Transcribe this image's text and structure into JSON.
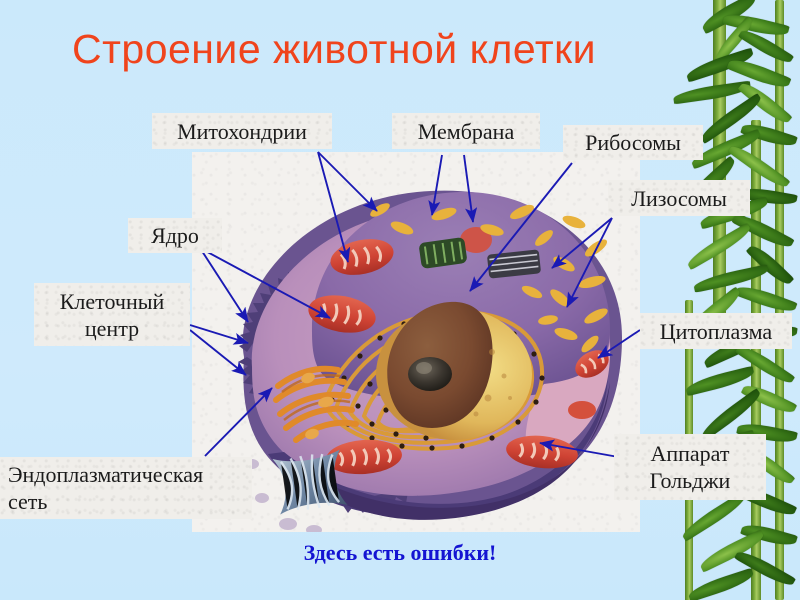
{
  "slide": {
    "title": "Строение животной клетки",
    "caption": "Здесь есть ошибки!",
    "background_color": "#cbeafc",
    "title_color": "#f0441c",
    "caption_color": "#1414d2",
    "arrow_color": "#1a1ab4",
    "label_bg_color": "#f0eeea"
  },
  "labels": {
    "mitochondria": "Митохондрии",
    "membrane": "Мембрана",
    "ribosomes": "Рибосомы",
    "lysosomes": "Лизосомы",
    "nucleus": "Ядро",
    "cell_center": "Клеточный\nцентр",
    "cytoplasm": "Цитоплазма",
    "endoplasmic_reticulum": "Эндоплазматическая\nсеть",
    "golgi": "Аппарат\nГольджи"
  },
  "diagram": {
    "subject": "animal-cell-cutaway-illustration",
    "organelles": [
      "mitochondria",
      "membrane",
      "ribosomes",
      "lysosomes",
      "nucleus",
      "cell-center",
      "cytoplasm",
      "endoplasmic-reticulum",
      "golgi-apparatus"
    ]
  }
}
